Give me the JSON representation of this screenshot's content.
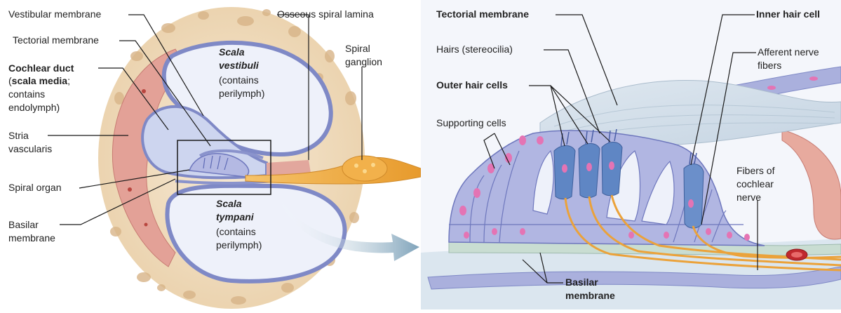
{
  "left_labels": {
    "vestibular_membrane": "Vestibular membrane",
    "tectorial_membrane": "Tectorial membrane",
    "cochlear_duct_bold": "Cochlear duct",
    "cochlear_duct_paren_open": "(",
    "scala_media_bold": "scala media",
    "scala_media_semicolon": ";",
    "contains": "contains",
    "endolymph": "endolymph)",
    "stria": "Stria",
    "vascularis": "vascularis",
    "spiral_organ": "Spiral organ",
    "basilar": "Basilar",
    "membrane": "membrane"
  },
  "center_labels": {
    "scala_vestibuli_1": "Scala",
    "scala_vestibuli_2": "vestibuli",
    "contains_1": "(contains",
    "perilymph_1": "perilymph)",
    "scala_tympani_1": "Scala",
    "scala_tympani_2": "tympani",
    "contains_2": "(contains",
    "perilymph_2": "perilymph)",
    "osseous_spiral_lamina": "Osseous spiral lamina",
    "spiral_1": "Spiral",
    "ganglion": "ganglion"
  },
  "right_labels": {
    "tectorial_membrane": "Tectorial membrane",
    "hairs": "Hairs (stereocilia)",
    "outer_hair_cells": "Outer hair cells",
    "supporting_cells": "Supporting cells",
    "inner_hair_cell": "Inner hair cell",
    "afferent_1": "Afferent nerve",
    "afferent_2": "fibers",
    "fibers_1": "Fibers of",
    "fibers_2": "cochlear",
    "fibers_3": "nerve",
    "basilar_1": "Basilar",
    "basilar_2": "membrane"
  },
  "colors": {
    "bone": "#f1dfc4",
    "bone_pore": "#d9b98f",
    "stria": "#e6a39a",
    "duct_wall": "#8f97cc",
    "duct_fill": "#cfd6ef",
    "perilymph": "#eef1fa",
    "nerve": "#f0b24a",
    "cell": "#a8aede",
    "nucleus": "#e474b4",
    "hair_cell": "#5f86c4",
    "arrow": "#8fb0c4"
  }
}
